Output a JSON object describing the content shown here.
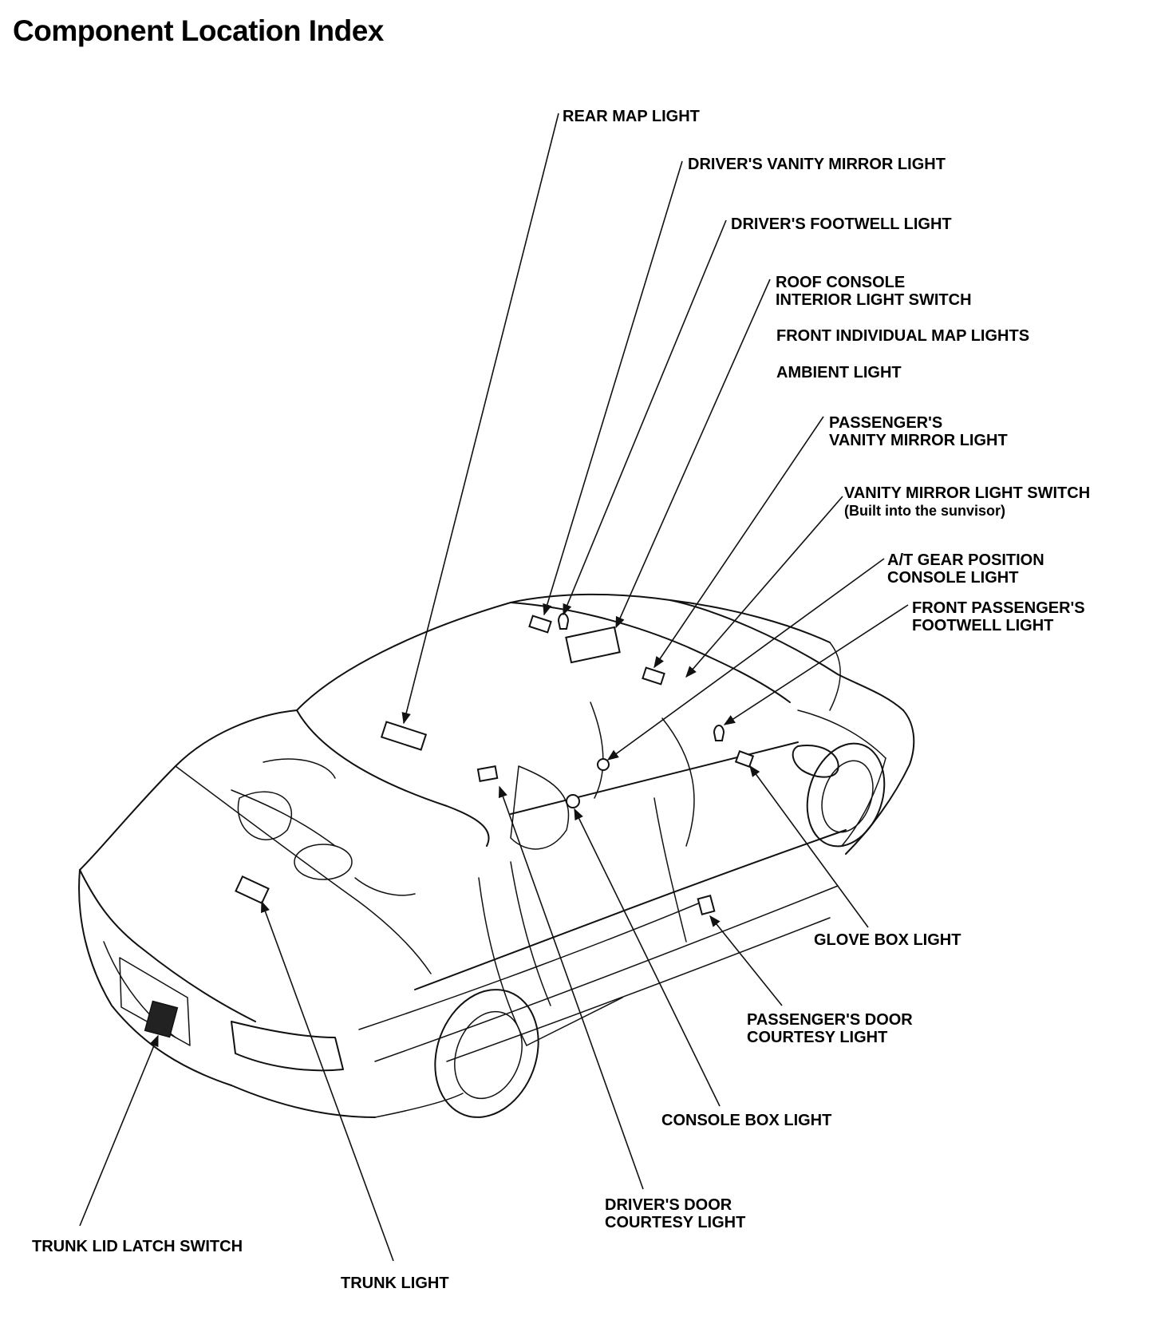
{
  "title": "Component Location Index",
  "labels": {
    "rear_map_light": [
      "REAR MAP LIGHT"
    ],
    "drivers_vanity_mirror_light": [
      "DRIVER'S VANITY MIRROR LIGHT"
    ],
    "drivers_footwell_light": [
      "DRIVER'S FOOTWELL LIGHT"
    ],
    "roof_console": [
      "ROOF CONSOLE",
      "INTERIOR LIGHT SWITCH"
    ],
    "front_individual_map_lights": [
      "FRONT INDIVIDUAL MAP LIGHTS"
    ],
    "ambient_light": [
      "AMBIENT LIGHT"
    ],
    "passengers_vanity_mirror_light": [
      "PASSENGER'S",
      "VANITY MIRROR LIGHT"
    ],
    "vanity_mirror_light_switch": [
      "VANITY MIRROR LIGHT SWITCH"
    ],
    "vanity_mirror_light_switch_note": [
      "(Built into the sunvisor)"
    ],
    "at_gear_position_console_light": [
      "A/T GEAR POSITION",
      "CONSOLE LIGHT"
    ],
    "front_passengers_footwell_light": [
      "FRONT PASSENGER'S",
      "FOOTWELL LIGHT"
    ],
    "glove_box_light": [
      "GLOVE BOX LIGHT"
    ],
    "passengers_door_courtesy_light": [
      "PASSENGER'S DOOR",
      "COURTESY LIGHT"
    ],
    "console_box_light": [
      "CONSOLE BOX LIGHT"
    ],
    "drivers_door_courtesy_light": [
      "DRIVER'S DOOR",
      "COURTESY LIGHT"
    ],
    "trunk_lid_latch_switch": [
      "TRUNK LID LATCH SWITCH"
    ],
    "trunk_light": [
      "TRUNK LIGHT"
    ]
  }
}
